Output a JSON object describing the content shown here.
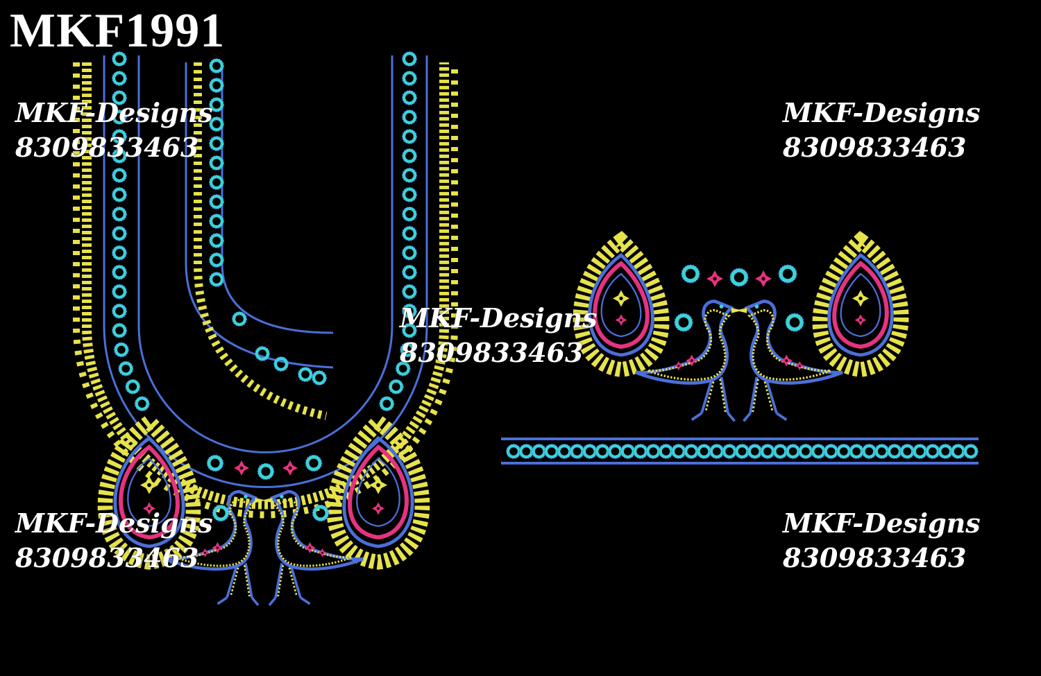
{
  "design_code": "MKF1991",
  "watermarks": [
    {
      "brand": "MKF-Designs",
      "phone": "8309833463"
    },
    {
      "brand": "MKF-Designs",
      "phone": "8309833463"
    },
    {
      "brand": "MKF-Designs",
      "phone": "8309833463"
    },
    {
      "brand": "MKF-Designs",
      "phone": "8309833463"
    },
    {
      "brand": "MKF-Designs",
      "phone": "8309833463"
    }
  ],
  "colors": {
    "background": "#000000",
    "thread_yellow": "#e6e24a",
    "thread_blue": "#4b6fd8",
    "thread_cyan": "#3ad3d6",
    "thread_pink": "#e6337f",
    "text": "#ffffff"
  },
  "artwork": [
    {
      "name": "neckline-design",
      "motifs": [
        "peacock-pair-icon",
        "paisley-icon",
        "mirror-ring-icon"
      ]
    },
    {
      "name": "sleeve-border-design",
      "motifs": [
        "peacock-pair-icon",
        "paisley-icon",
        "mirror-ring-icon"
      ]
    }
  ]
}
